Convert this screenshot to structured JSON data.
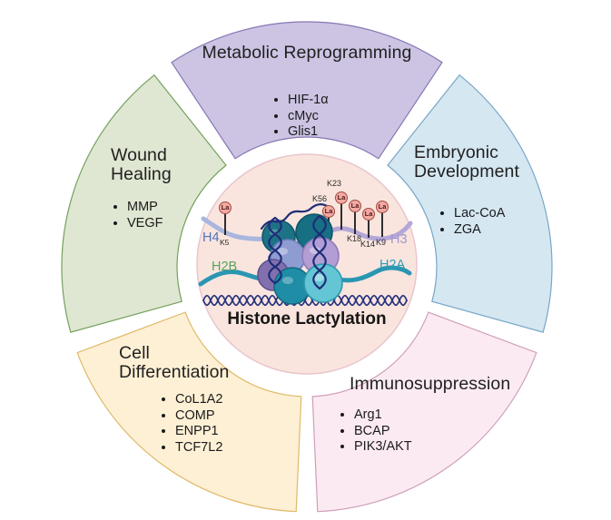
{
  "figure": {
    "main_title": "Histone Lactylation",
    "sections": [
      {
        "title": "Metabolic Reprogramming",
        "items": [
          "HIF-1α",
          "cMyc",
          "Glis1"
        ],
        "fill": "#cdc3e3",
        "stroke": "#8678b5"
      },
      {
        "title": "Embryonic\nDevelopment",
        "items": [
          "Lac-CoA",
          "ZGA"
        ],
        "fill": "#d5e7f1",
        "stroke": "#77a7c7"
      },
      {
        "title": "Immunosuppression",
        "items": [
          "Arg1",
          "BCAP",
          "PIK3/AKT"
        ],
        "fill": "#fceaf2",
        "stroke": "#cf9fba"
      },
      {
        "title": "Cell\nDifferentiation",
        "items": [
          "CoL1A2",
          "COMP",
          "ENPP1",
          "TCF7L2"
        ],
        "fill": "#fdf0d5",
        "stroke": "#dfba67"
      },
      {
        "title": "Wound\nHealing",
        "items": [
          "MMP",
          "VEGF"
        ],
        "fill": "#dfe7d3",
        "stroke": "#74a15b"
      }
    ],
    "center": {
      "circle_fill": "#f9e5de",
      "circle_stroke": "#e9c6cd",
      "histone_labels": {
        "h4": "H4",
        "h2b": "H2B",
        "h2a": "H2A",
        "h3": "H3"
      },
      "histone_label_colors": {
        "h4": "#4d72c0",
        "h2b": "#56a35c",
        "h2a": "#2f9cb8",
        "h3": "#a295cd"
      },
      "residue_labels": {
        "k5": "K5",
        "k56": "K56",
        "k23": "K23",
        "k18": "K18",
        "k14": "K14",
        "k9": "K9"
      },
      "lactyl_marks": [
        "La",
        "La",
        "La",
        "La",
        "La",
        "La"
      ],
      "lactyl_colors": {
        "fill": "#f2a8a3",
        "stroke": "#a34b40",
        "text": "#50201b"
      },
      "dna_color": "#27327d"
    }
  }
}
